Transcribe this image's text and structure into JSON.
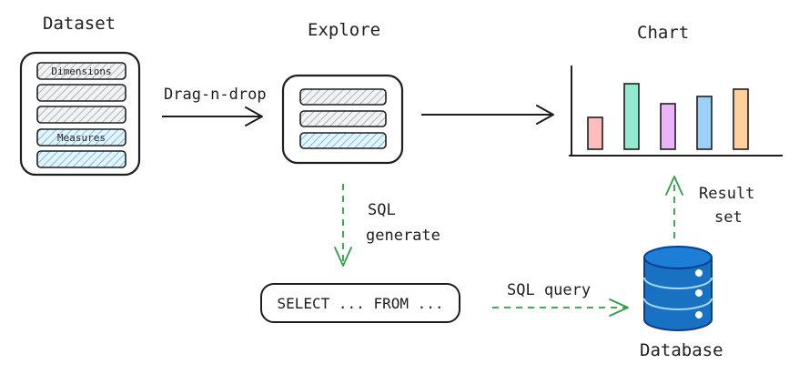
{
  "nodes": {
    "dataset": {
      "title": "Dataset",
      "dimensions_label": "Dimensions",
      "measures_label": "Measures"
    },
    "explore": {
      "title": "Explore"
    },
    "chart": {
      "title": "Chart"
    },
    "sql_box": {
      "text": "SELECT ... FROM ..."
    },
    "database": {
      "title": "Database"
    }
  },
  "edges": {
    "drag_drop": "Drag-n-drop",
    "sql_generate_line1": "SQL",
    "sql_generate_line2": "generate",
    "sql_query": "SQL query",
    "result_set_line1": "Result",
    "result_set_line2": "set"
  },
  "colors": {
    "stroke": "#1e1e1e",
    "gray_fill": "#d4d4d4",
    "blue_fill": "#a5d8ff",
    "arrow_green": "#2f9e44",
    "db_blue": "#1971c2",
    "db_stroke": "#0b3d91"
  },
  "mini_chart": {
    "type": "bar",
    "values": [
      35,
      72,
      50,
      58,
      66
    ],
    "colors": [
      "#ff8787",
      "#38d9a9",
      "#da77f2",
      "#4dabf7",
      "#ffa94d"
    ]
  }
}
